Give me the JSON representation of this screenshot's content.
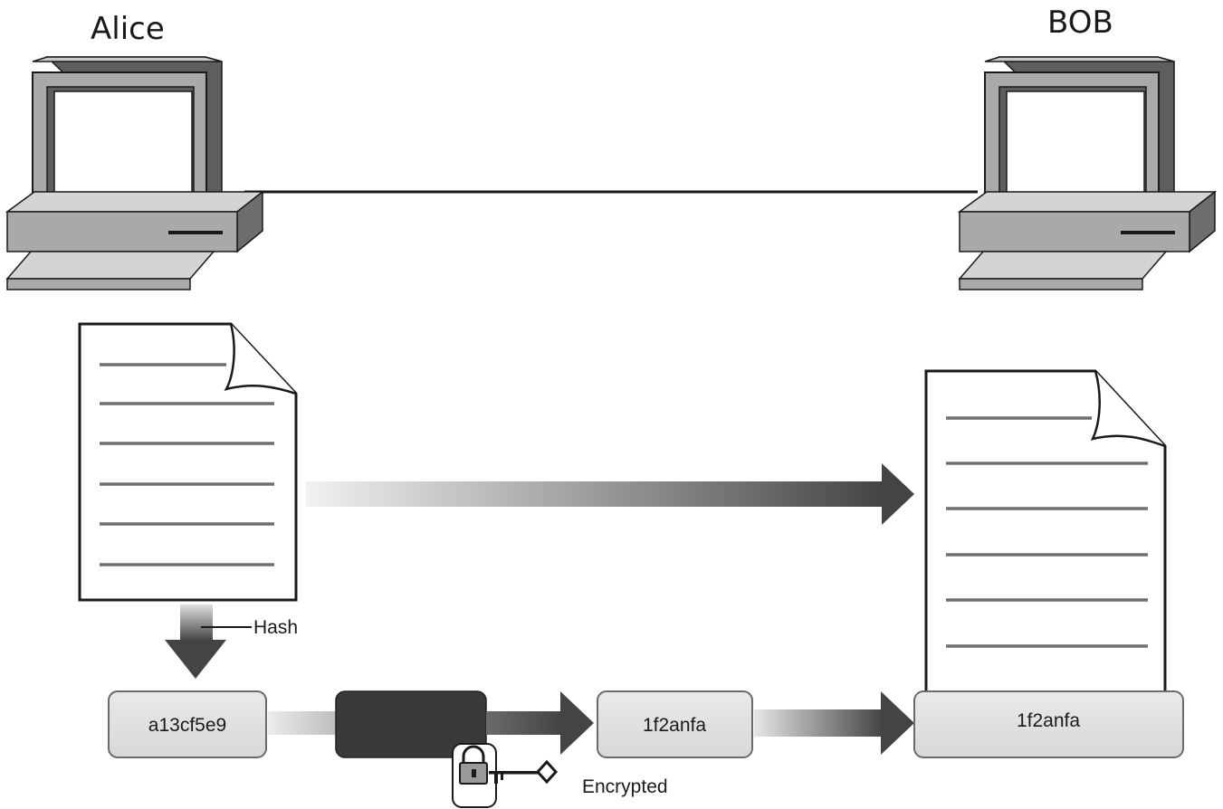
{
  "nodes": {
    "alice": {
      "label": "Alice",
      "icon": "desktop-computer-icon"
    },
    "bob": {
      "label": "BOB",
      "icon": "desktop-computer-icon"
    }
  },
  "documents": {
    "original": {
      "icon": "document-icon"
    },
    "received": {
      "icon": "document-icon"
    }
  },
  "flow": {
    "hash_label": "Hash",
    "hash_value": "a13cf5e9",
    "encrypted_hash_value": "1f2anfa",
    "received_signature_value": "1f2anfa",
    "encrypted_label": "Encrypted",
    "lock_icon": "padlock-icon",
    "key_icon": "key-icon"
  },
  "colors": {
    "arrow_dark": "#444444",
    "arrow_light": "#e8e8e8",
    "box_fill": "#e1e1e1",
    "encryptor_fill": "#3a3a3a",
    "monitor_frame": "#a9a9a9",
    "monitor_side": "#5e5e5e",
    "doc_lines": "#6f6f6f"
  }
}
